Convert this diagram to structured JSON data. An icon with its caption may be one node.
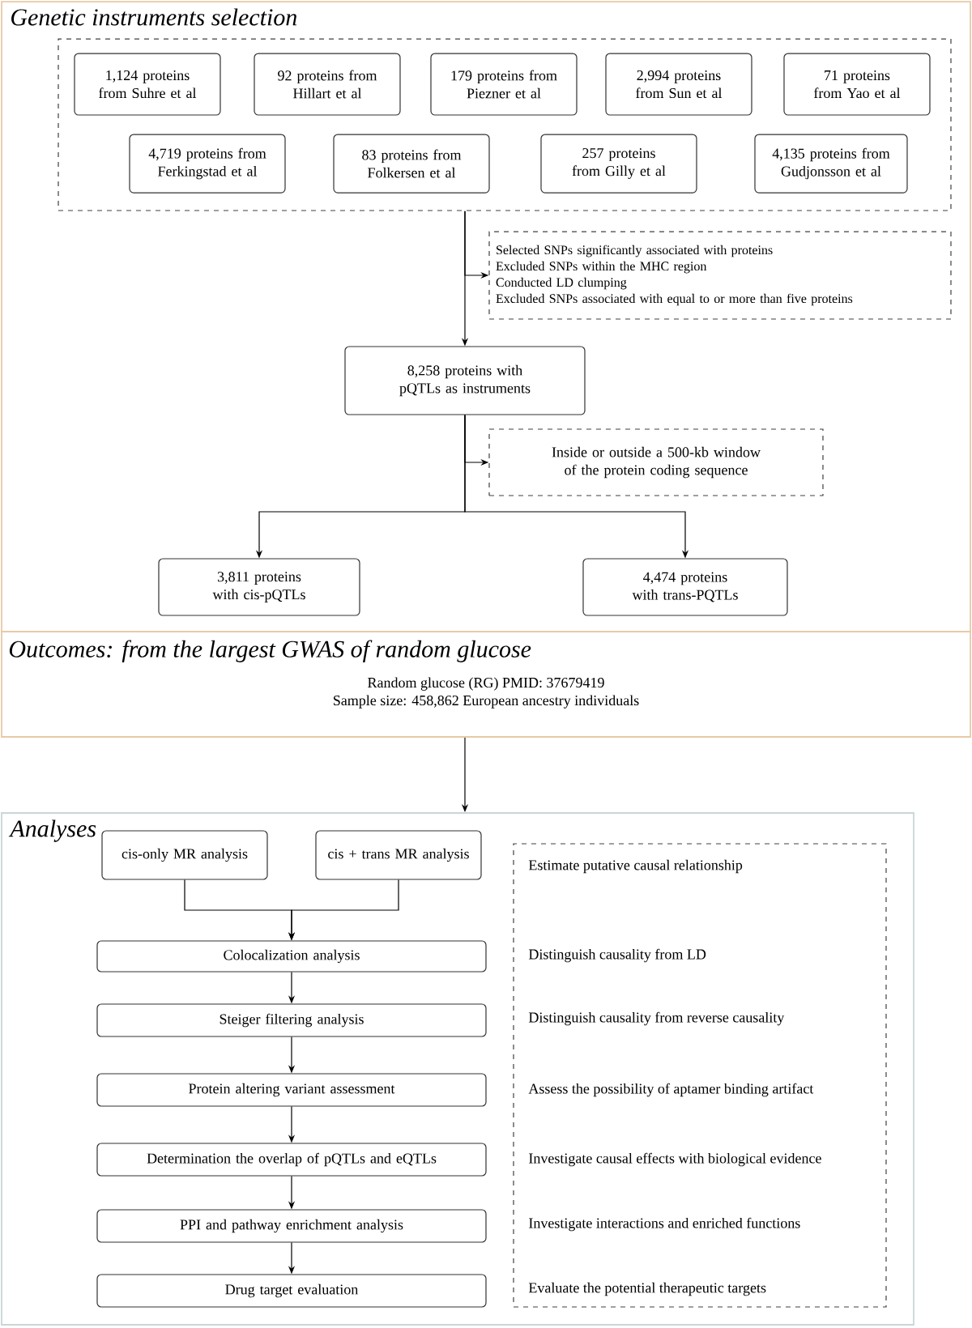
{
  "diagram": {
    "nodes": [
      {
        "text": [
          "Genetic instruments selection"
        ]
      },
      {
        "text": [],
        "shape": "box",
        "in": 0
      },
      {
        "text": [
          "1,124 proteins from Suhre et al"
        ],
        "in": 1
      },
      {
        "text": [
          "92 proteins from Hillart et al"
        ],
        "in": 1
      },
      {
        "text": [
          "179 proteins from Piezner et al"
        ],
        "in": 1
      },
      {
        "text": [
          "2,994 proteins from Sun et al"
        ],
        "in": 1
      },
      {
        "text": [
          "71 proteins from Yao et al"
        ],
        "in": 1
      },
      {
        "text": [
          "4,719 proteins from Ferkingstad et al"
        ],
        "in": 1
      },
      {
        "text": [
          "83 proteins from Folkersen et al"
        ],
        "in": 1
      },
      {
        "text": [
          "257 proteins from Gilly et al"
        ],
        "in": 1
      },
      {
        "text": [
          "4,135 proteins from Gudjonsson et al"
        ],
        "in": 1
      },
      {
        "text": [
          "Selected SNPs significantly associated with proteins",
          "Excluded SNPs within the MHC region",
          "Conducted LD clumping",
          "Excluded SNPs associated with equal to or more than five proteins"
        ],
        "in": 0
      },
      {
        "text": [
          "8,258 proteins with pQTLs as instruments"
        ],
        "in": 0
      },
      {
        "text": [
          "Inside or outside a 500-kb window of the protein coding sequence"
        ],
        "in": 0
      },
      {
        "text": [
          "3,811 proteins with cis-pQTLs"
        ],
        "in": 0
      },
      {
        "text": [
          "4,474 proteins with trans-PQTLs"
        ],
        "in": 0
      },
      {
        "text": [
          "Outcomes: from the largest GWAS of random glucose",
          "Random glucose (RG) PMID: 37679419",
          "Sample size: 458,862 European ancestry individuals"
        ]
      },
      {
        "text": [
          "Analyses"
        ]
      },
      {
        "text": [
          "cis-only MR analysis"
        ],
        "in": 17
      },
      {
        "text": [
          "cis + trans MR analysis"
        ],
        "in": 17
      },
      {
        "text": [
          "Colocalization analysis"
        ],
        "in": 17
      },
      {
        "text": [
          "Steiger filtering analysis"
        ],
        "in": 17
      },
      {
        "text": [
          "Protein altering variant assessment"
        ],
        "in": 17
      },
      {
        "text": [
          "Determination the overlap of pQTLs and eQTLs"
        ],
        "in": 17
      },
      {
        "text": [
          "PPI and pathway enrichment analysis"
        ],
        "in": 17
      },
      {
        "text": [
          "Drug target evaluation"
        ],
        "in": 17
      },
      {
        "text": [
          "Estimate putative causal relationship",
          "Distinguish causality from LD",
          "Distinguish causality from reverse causality",
          "Assess the possibility of aptamer binding artifact",
          "Investigate causal effects with biological evidence",
          "Investigate interactions and enriched functions",
          "Evaluate the potential therapeutic targets"
        ],
        "in": 17
      }
    ],
    "edges": [
      {
        "from": 1,
        "to": 12,
        "arrow": "to"
      },
      {
        "from": 1,
        "to": 11,
        "arrow": "to"
      },
      {
        "from": 12,
        "to": 13,
        "arrow": "to"
      },
      {
        "from": 12,
        "to": 14,
        "arrow": "to"
      },
      {
        "from": 12,
        "to": 15,
        "arrow": "to"
      },
      {
        "from": 16,
        "to": 17,
        "arrow": "to"
      },
      {
        "from": 18,
        "to": 20,
        "arrow": "to"
      },
      {
        "from": 19,
        "to": 20,
        "arrow": "to"
      },
      {
        "from": 20,
        "to": 21,
        "arrow": "to"
      },
      {
        "from": 21,
        "to": 22,
        "arrow": "to"
      },
      {
        "from": 22,
        "to": 23,
        "arrow": "to"
      },
      {
        "from": 23,
        "to": 24,
        "arrow": "to"
      },
      {
        "from": 24,
        "to": 25,
        "arrow": "to"
      }
    ]
  }
}
